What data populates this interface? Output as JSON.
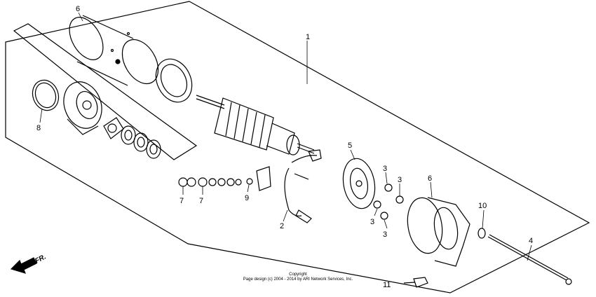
{
  "callouts": {
    "c1": "1",
    "c2": "2",
    "c3a": "3",
    "c3b": "3",
    "c3c": "3",
    "c3d": "3",
    "c4": "4",
    "c5": "5",
    "c6a": "6",
    "c6b": "6",
    "c7a": "7",
    "c7b": "7",
    "c8": "8",
    "c9": "9",
    "c10": "10",
    "c11": "11"
  },
  "direction": {
    "label": "FR.",
    "icon": "forward-arrow-icon"
  },
  "copyright": {
    "line1": "Copyright",
    "line2": "Page design (c) 2004 - 2014 by ARI Network Services, Inc."
  }
}
